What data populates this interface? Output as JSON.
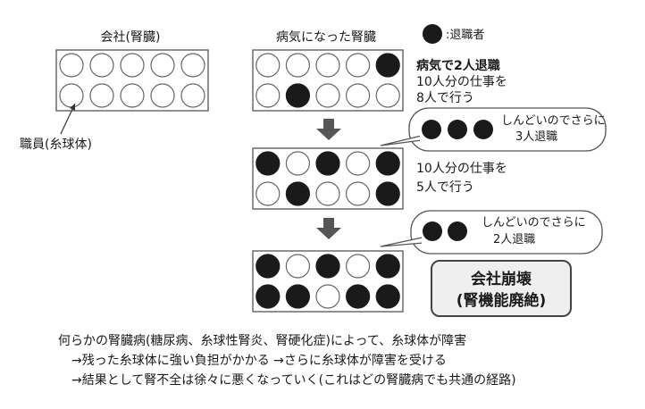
{
  "titles": {
    "company": "会社(腎臓)",
    "sick": "病気になった腎臓"
  },
  "legend": {
    "label": ":退職者"
  },
  "staff_label": "職員(糸球体)",
  "panels": [
    {
      "name": "company",
      "cells": [
        0,
        0,
        0,
        0,
        0,
        0,
        0,
        0,
        0,
        0
      ]
    },
    {
      "name": "sick1",
      "cells": [
        0,
        0,
        0,
        0,
        1,
        0,
        1,
        0,
        0,
        0
      ]
    },
    {
      "name": "sick2",
      "cells": [
        1,
        0,
        1,
        0,
        1,
        0,
        1,
        0,
        0,
        1
      ]
    },
    {
      "name": "sick3",
      "cells": [
        1,
        0,
        1,
        0,
        1,
        1,
        1,
        0,
        1,
        1
      ]
    }
  ],
  "notes": {
    "n1_bold": "病気で2人退職",
    "n1_line1": "10人分の仕事を",
    "n1_line2": "8人で行う",
    "n2_line1": "10人分の仕事を",
    "n2_line2": "5人で行う"
  },
  "bubbles": [
    {
      "name": "bubble-3-retire",
      "line1": "しんどいのでさらに",
      "line2": "3人退職",
      "dots": 3
    },
    {
      "name": "bubble-2-retire",
      "line1": "しんどいのでさらに",
      "line2": "2人退職",
      "dots": 2
    }
  ],
  "collapse": {
    "line1": "会社崩壊",
    "line2": "(腎機能廃絶)"
  },
  "footer": {
    "line1": "何らかの腎臓病(糖尿病、糸球性腎炎、腎硬化症)によって、糸球体が障害",
    "line2": "→残った糸球体に強い負担がかかる →さらに糸球体が障害を受ける",
    "line3": "→結果として腎不全は徐々に悪くなっていく(これはどの腎臓病でも共通の経路)"
  }
}
